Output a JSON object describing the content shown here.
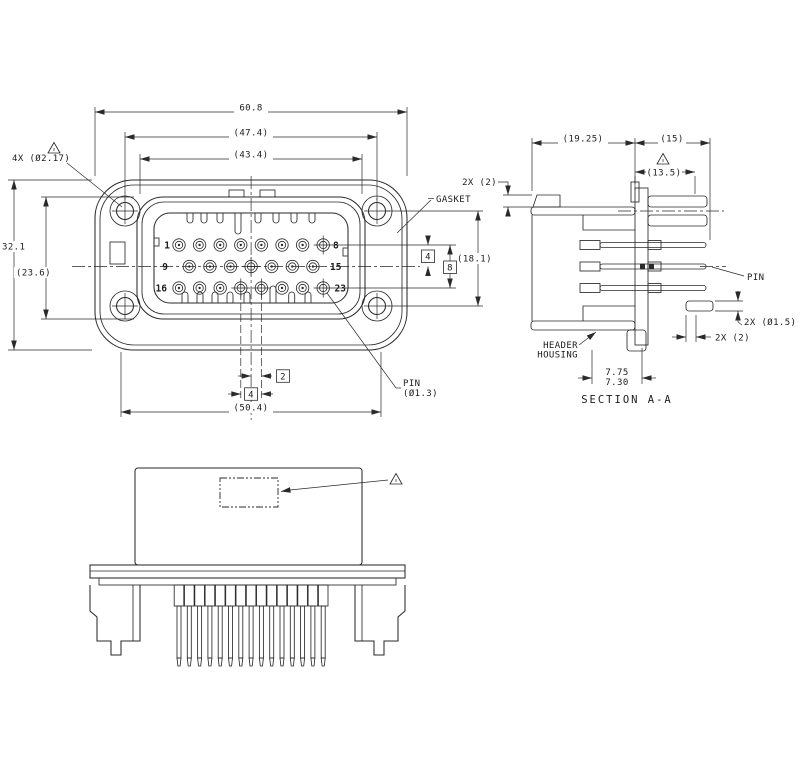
{
  "front_view": {
    "dim_width_overall": "60.8",
    "dim_mount_hole_span_h": "(47.4)",
    "dim_shroud_width": "(43.4)",
    "dim_height_overall": "32.1",
    "dim_shroud_height": "(23.6)",
    "dim_flange_width_lower": "(50.4)",
    "dim_mount_hole_span_v": "(18.1)",
    "dim_row_pitch": "4",
    "dim_row_span": "8",
    "dim_col_stagger": "2",
    "dim_col_pitch": "4",
    "note_mount_holes": "4X (Ø2.17)",
    "label_gasket": "GASKET",
    "label_pin_line1": "PIN",
    "label_pin_line2": "(Ø1.3)",
    "pin_row1_first": "1",
    "pin_row1_last": "8",
    "pin_row2_first": "9",
    "pin_row2_last": "15",
    "pin_row3_first": "16",
    "pin_row3_last": "23"
  },
  "section_view": {
    "dim_depth_left": "(19.25)",
    "dim_depth_right": "(15)",
    "dim_pin_protrusion": "(13.5)",
    "dim_step": "2X (2)",
    "label_pin": "PIN",
    "label_housing_line1": "HEADER",
    "label_housing_line2": "HOUSING",
    "dim_peg_dia": "2X (Ø1.5)",
    "dim_peg_offset": "2X (2)",
    "dim_tail_upper": "7.75",
    "dim_tail_lower": "7.30",
    "title": "SECTION  A-A"
  }
}
